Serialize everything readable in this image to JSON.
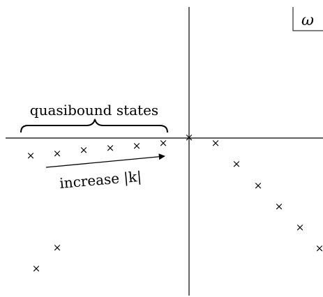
{
  "diagram": {
    "corner_label": "ω",
    "brace_label": "quasibound states",
    "arrow_label": "increase |k|",
    "marker": "×",
    "stroke_color": "#000000"
  }
}
